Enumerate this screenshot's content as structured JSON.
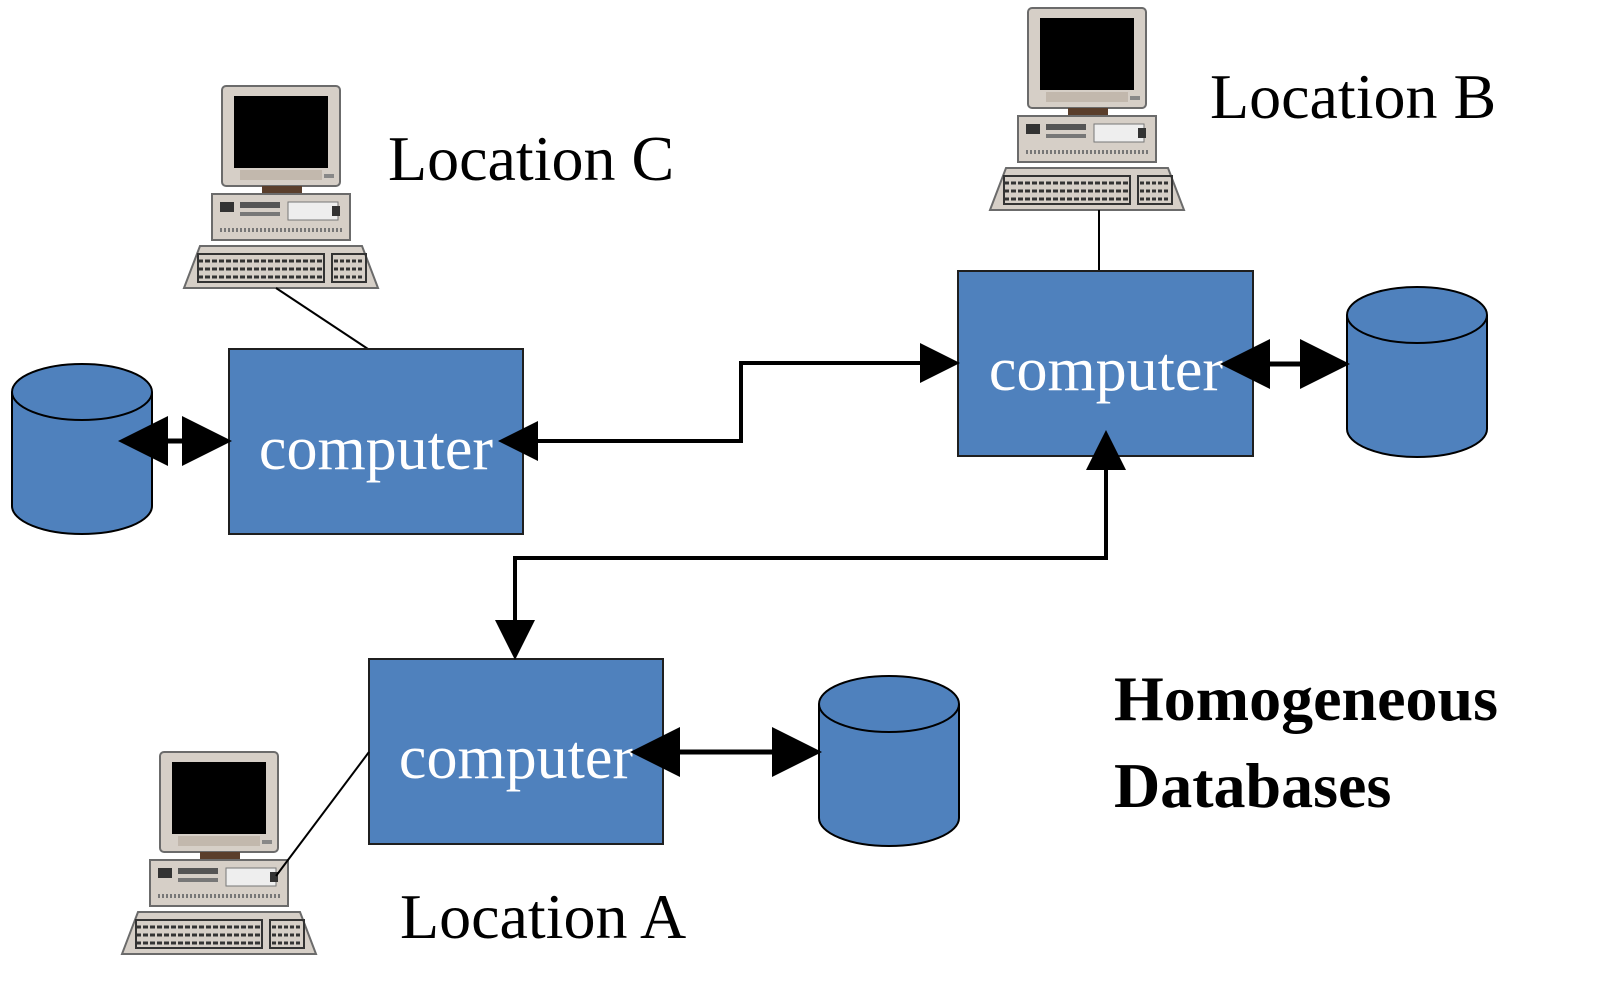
{
  "locations": [
    {
      "id": "C",
      "label": "Location C",
      "node_label": "computer"
    },
    {
      "id": "B",
      "label": "Location B",
      "node_label": "computer"
    },
    {
      "id": "A",
      "label": "Location A",
      "node_label": "computer"
    }
  ],
  "caption": {
    "line1": "Homogeneous",
    "line2": "Databases"
  },
  "colors": {
    "node_fill": "#4f81bd",
    "node_stroke": "#1f1f1f",
    "db_fill": "#4f81bd",
    "connector": "#000000",
    "monitor_case": "#d6cfc7",
    "screen": "#000000",
    "workstation_base": "#5a3e2b",
    "text": "#000000",
    "node_text": "#ffffff"
  },
  "icons": [
    "computer-workstation-icon",
    "database-cylinder-icon"
  ]
}
